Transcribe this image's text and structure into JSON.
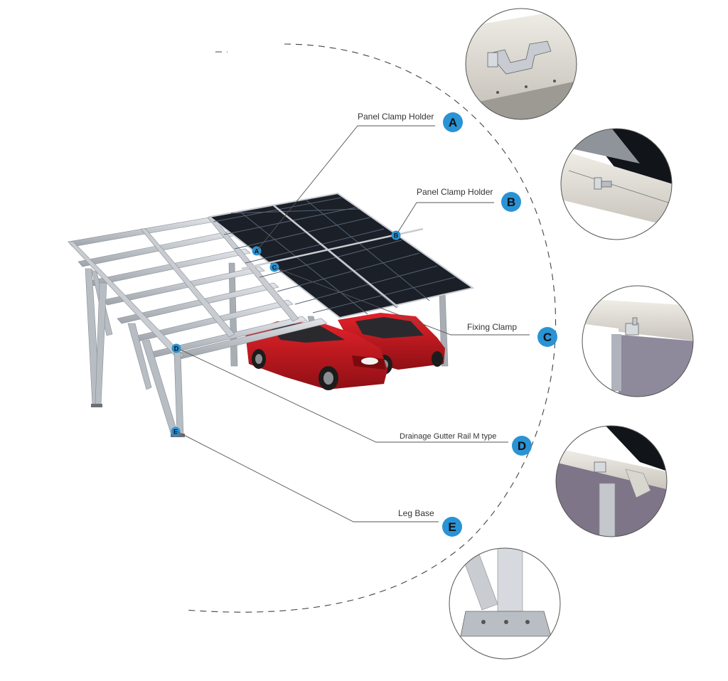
{
  "colors": {
    "badge": "#2a93d5",
    "frame": "#b9bec4",
    "panel": "#1b1f27",
    "panel_grid": "#5c6b7d",
    "car": "#c1141b",
    "callout_line": "#555555",
    "dashed_arc": "#444444"
  },
  "callouts": [
    {
      "id": "A",
      "badge": "A",
      "label": "Panel Clamp Holder"
    },
    {
      "id": "B",
      "badge": "B",
      "label": "Panel Clamp Holder"
    },
    {
      "id": "C",
      "badge": "C",
      "label": "Fixing Clamp"
    },
    {
      "id": "D",
      "badge": "D",
      "label": "Drainage Gutter Rail M type"
    },
    {
      "id": "E",
      "badge": "E",
      "label": "Leg Base"
    }
  ],
  "markers": [
    "A",
    "B",
    "C",
    "D",
    "E"
  ],
  "detail_views": [
    {
      "id": "A",
      "icon": "panel-clamp-holder-closeup"
    },
    {
      "id": "B",
      "icon": "panel-clamp-holder-closeup"
    },
    {
      "id": "C",
      "icon": "fixing-clamp-closeup"
    },
    {
      "id": "D",
      "icon": "drainage-gutter-rail-closeup"
    },
    {
      "id": "E",
      "icon": "leg-base-closeup"
    }
  ],
  "scene": {
    "icon": "solar-carport-illustration"
  }
}
